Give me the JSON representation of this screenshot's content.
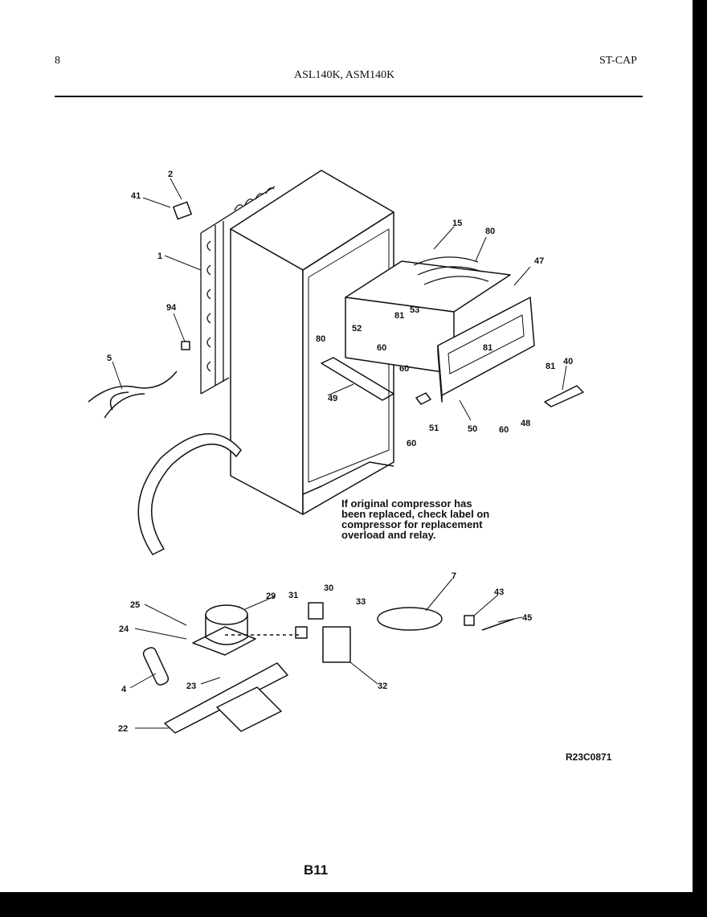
{
  "header": {
    "page_number": "8",
    "models": "ASL140K, ASM140K",
    "section_code": "ST-CAP"
  },
  "diagram": {
    "callouts": [
      "1",
      "2",
      "41",
      "94",
      "5",
      "15",
      "80",
      "47",
      "53",
      "81",
      "52",
      "60",
      "80",
      "60",
      "81",
      "49",
      "81",
      "40",
      "60",
      "51",
      "50",
      "60",
      "48",
      "7",
      "43",
      "45",
      "25",
      "29",
      "31",
      "30",
      "33",
      "24",
      "4",
      "23",
      "22",
      "32"
    ]
  },
  "note": {
    "lines": [
      "If original compressor has",
      "been replaced, check label on",
      "compressor for replacement",
      "overload and relay."
    ]
  },
  "footer": {
    "reference_code": "R23C0871",
    "page_label": "B11"
  }
}
